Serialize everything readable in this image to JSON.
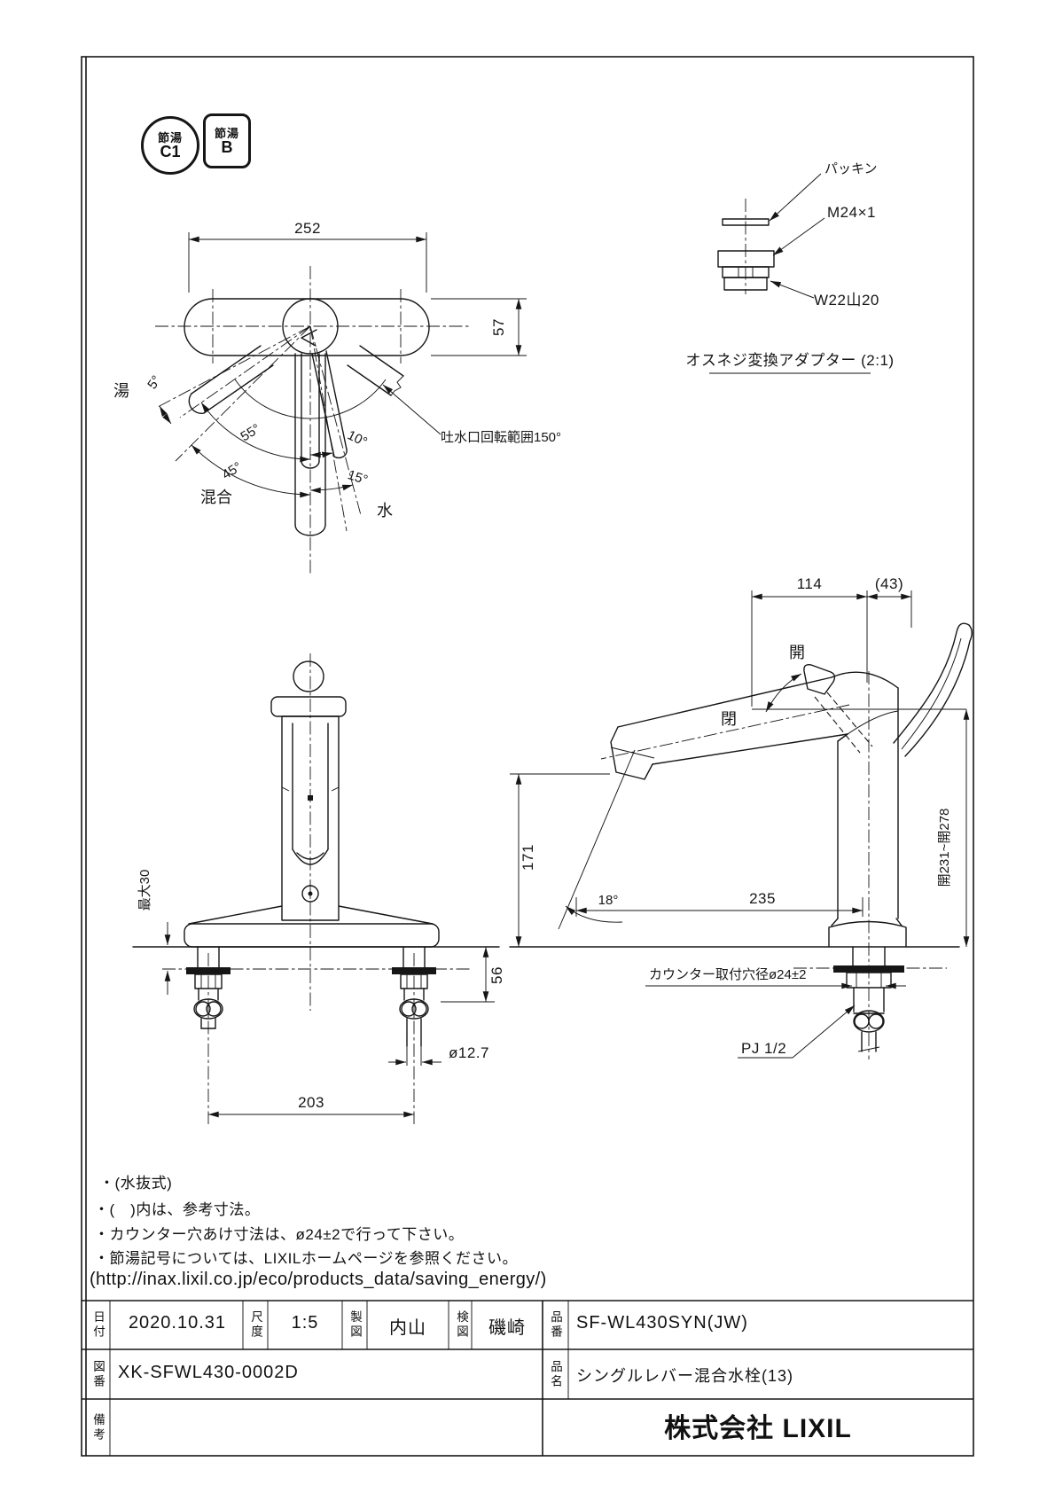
{
  "colors": {
    "ink": "#161616",
    "paper": "#ffffff"
  },
  "badges": {
    "eco_circle": {
      "line1": "節湯",
      "line2": "C1"
    },
    "eco_square": {
      "line1": "節湯",
      "line2": "B"
    }
  },
  "top_view": {
    "dim_width": "252",
    "dim_height": "57",
    "angle_5": "5°",
    "angle_55": "55°",
    "angle_45": "45°",
    "angle_10": "10°",
    "angle_15": "15°",
    "label_hot": "湯",
    "label_mix": "混合",
    "label_cold": "水",
    "spout_rotation_note": "吐水口回転範囲150°"
  },
  "adapter_detail": {
    "label_packing": "パッキン",
    "label_thread_male": "M24×1",
    "label_thread_female": "W22山20",
    "caption": "オスネジ変換アダプター (2:1)"
  },
  "front_view": {
    "dim_max_thickness": "最大30",
    "dim_under_counter": "56",
    "dim_tube_dia": "ø12.7",
    "dim_pitch": "203"
  },
  "side_view": {
    "dim_handle": "114",
    "dim_handle_ref": "(43)",
    "label_open": "開",
    "label_closed": "閉",
    "dim_spout_height": "171",
    "angle_spout": "18°",
    "dim_reach": "235",
    "dim_open_height": "開231~開278",
    "note_counter_hole": "カウンター取付穴径ø24±2",
    "label_connection": "PJ 1/2"
  },
  "notes": {
    "lines": [
      "・(水抜式)",
      "・(　)内は、参考寸法。",
      "・カウンター穴あけ寸法は、ø24±2で行って下さい。",
      "・節湯記号については、LIXILホームページを参照ください。",
      "(http://inax.lixil.co.jp/eco/products_data/saving_energy/)"
    ]
  },
  "title_block": {
    "date_label": "日付",
    "date_value": "2020.10.31",
    "scale_label": "尺度",
    "scale_value": "1:5",
    "drafter_label": "製図",
    "drafter_value": "内山",
    "checker_label": "検図",
    "checker_value": "磯崎",
    "part_no_label": "品番",
    "part_no_value": "SF-WL430SYN(JW)",
    "drawing_no_label": "図番",
    "drawing_no_value": "XK-SFWL430-0002D",
    "product_label": "品名",
    "product_value": "シングルレバー混合水栓(13)",
    "remarks_label": "備考",
    "company": "株式会社 LIXIL"
  }
}
